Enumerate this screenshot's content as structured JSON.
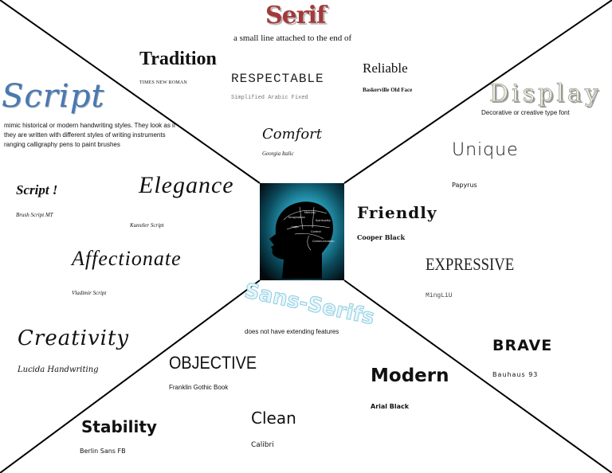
{
  "diagram": {
    "center_image": {
      "icon": "head-brain-icon",
      "description": "silhouette of a human head with labeled brain regions"
    },
    "line_color": "#000000"
  },
  "serif": {
    "title": "Serif",
    "description": "a small line attached to the end of",
    "examples": [
      {
        "word": "Tradition",
        "font": "TIMES NEW ROMAN"
      },
      {
        "word": "RESPECTABLE",
        "font": "Simplified Arabic Fixed"
      },
      {
        "word": "Reliable",
        "font": "Baskerville Old Face"
      },
      {
        "word": "Comfort",
        "font": "Georgia Italic"
      }
    ]
  },
  "script": {
    "title": "Script",
    "description": "mimic historical or modern handwriting styles. They look as if they are written with different styles of writing instruments ranging calligraphy pens to paint brushes",
    "examples": [
      {
        "word": "Script !",
        "font": "Brush Script MT"
      },
      {
        "word": "Elegance",
        "font": "Kunstler Script"
      },
      {
        "word": "Affectionate",
        "font": "Vladimir Script"
      },
      {
        "word": "Creativity",
        "font": "Lucida Handwriting"
      }
    ]
  },
  "display": {
    "title": "Display",
    "description": "Decorative or creative type font",
    "examples": [
      {
        "word": "Unique",
        "font": "Papyrus"
      },
      {
        "word": "Friendly",
        "font": "Cooper Black"
      },
      {
        "word": "EXPRESSIVE",
        "font": "MingLiU"
      },
      {
        "word": "BRAVE",
        "font": "Bauhaus 93"
      }
    ]
  },
  "sans_serif": {
    "title": "Sans-Serifs",
    "description": "does not have extending features",
    "examples": [
      {
        "word": "OBJECTIVE",
        "font": "Franklin Gothic Book"
      },
      {
        "word": "Modern",
        "font": "Arial Black"
      },
      {
        "word": "Stability",
        "font": "Berlin Sans FB"
      },
      {
        "word": "Clean",
        "font": "Calibri"
      }
    ]
  }
}
